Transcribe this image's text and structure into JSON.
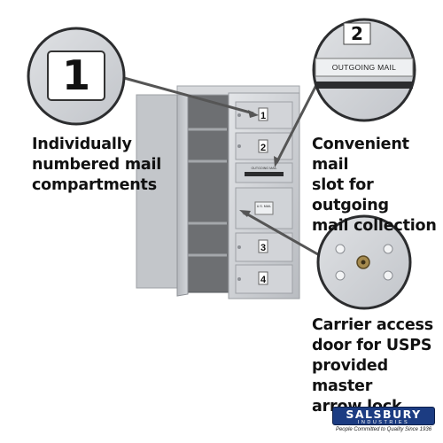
{
  "callouts": {
    "left": {
      "magnifier_number": "1",
      "text": "Individually\nnumbered mail\ncompartments"
    },
    "right_top": {
      "magnifier_number": "2",
      "magnifier_label": "OUTGOING MAIL",
      "text": "Convenient mail\nslot for outgoing\nmail collection"
    },
    "right_bottom": {
      "text": "Carrier access\ndoor for USPS\nprovided master\narrow lock"
    }
  },
  "mailbox": {
    "door_numbers": [
      "1",
      "2",
      "3",
      "4"
    ],
    "outgoing_label": "OUTGOING MAIL",
    "usps_plate": "U.S. MAIL"
  },
  "logo": {
    "name": "SALSBURY",
    "sub": "INDUSTRIES",
    "tagline": "People Committed to Quality Since 1936"
  },
  "colors": {
    "aluminum": "#c9ccd0",
    "logo_blue": "#1c3c82",
    "text": "#111111"
  }
}
